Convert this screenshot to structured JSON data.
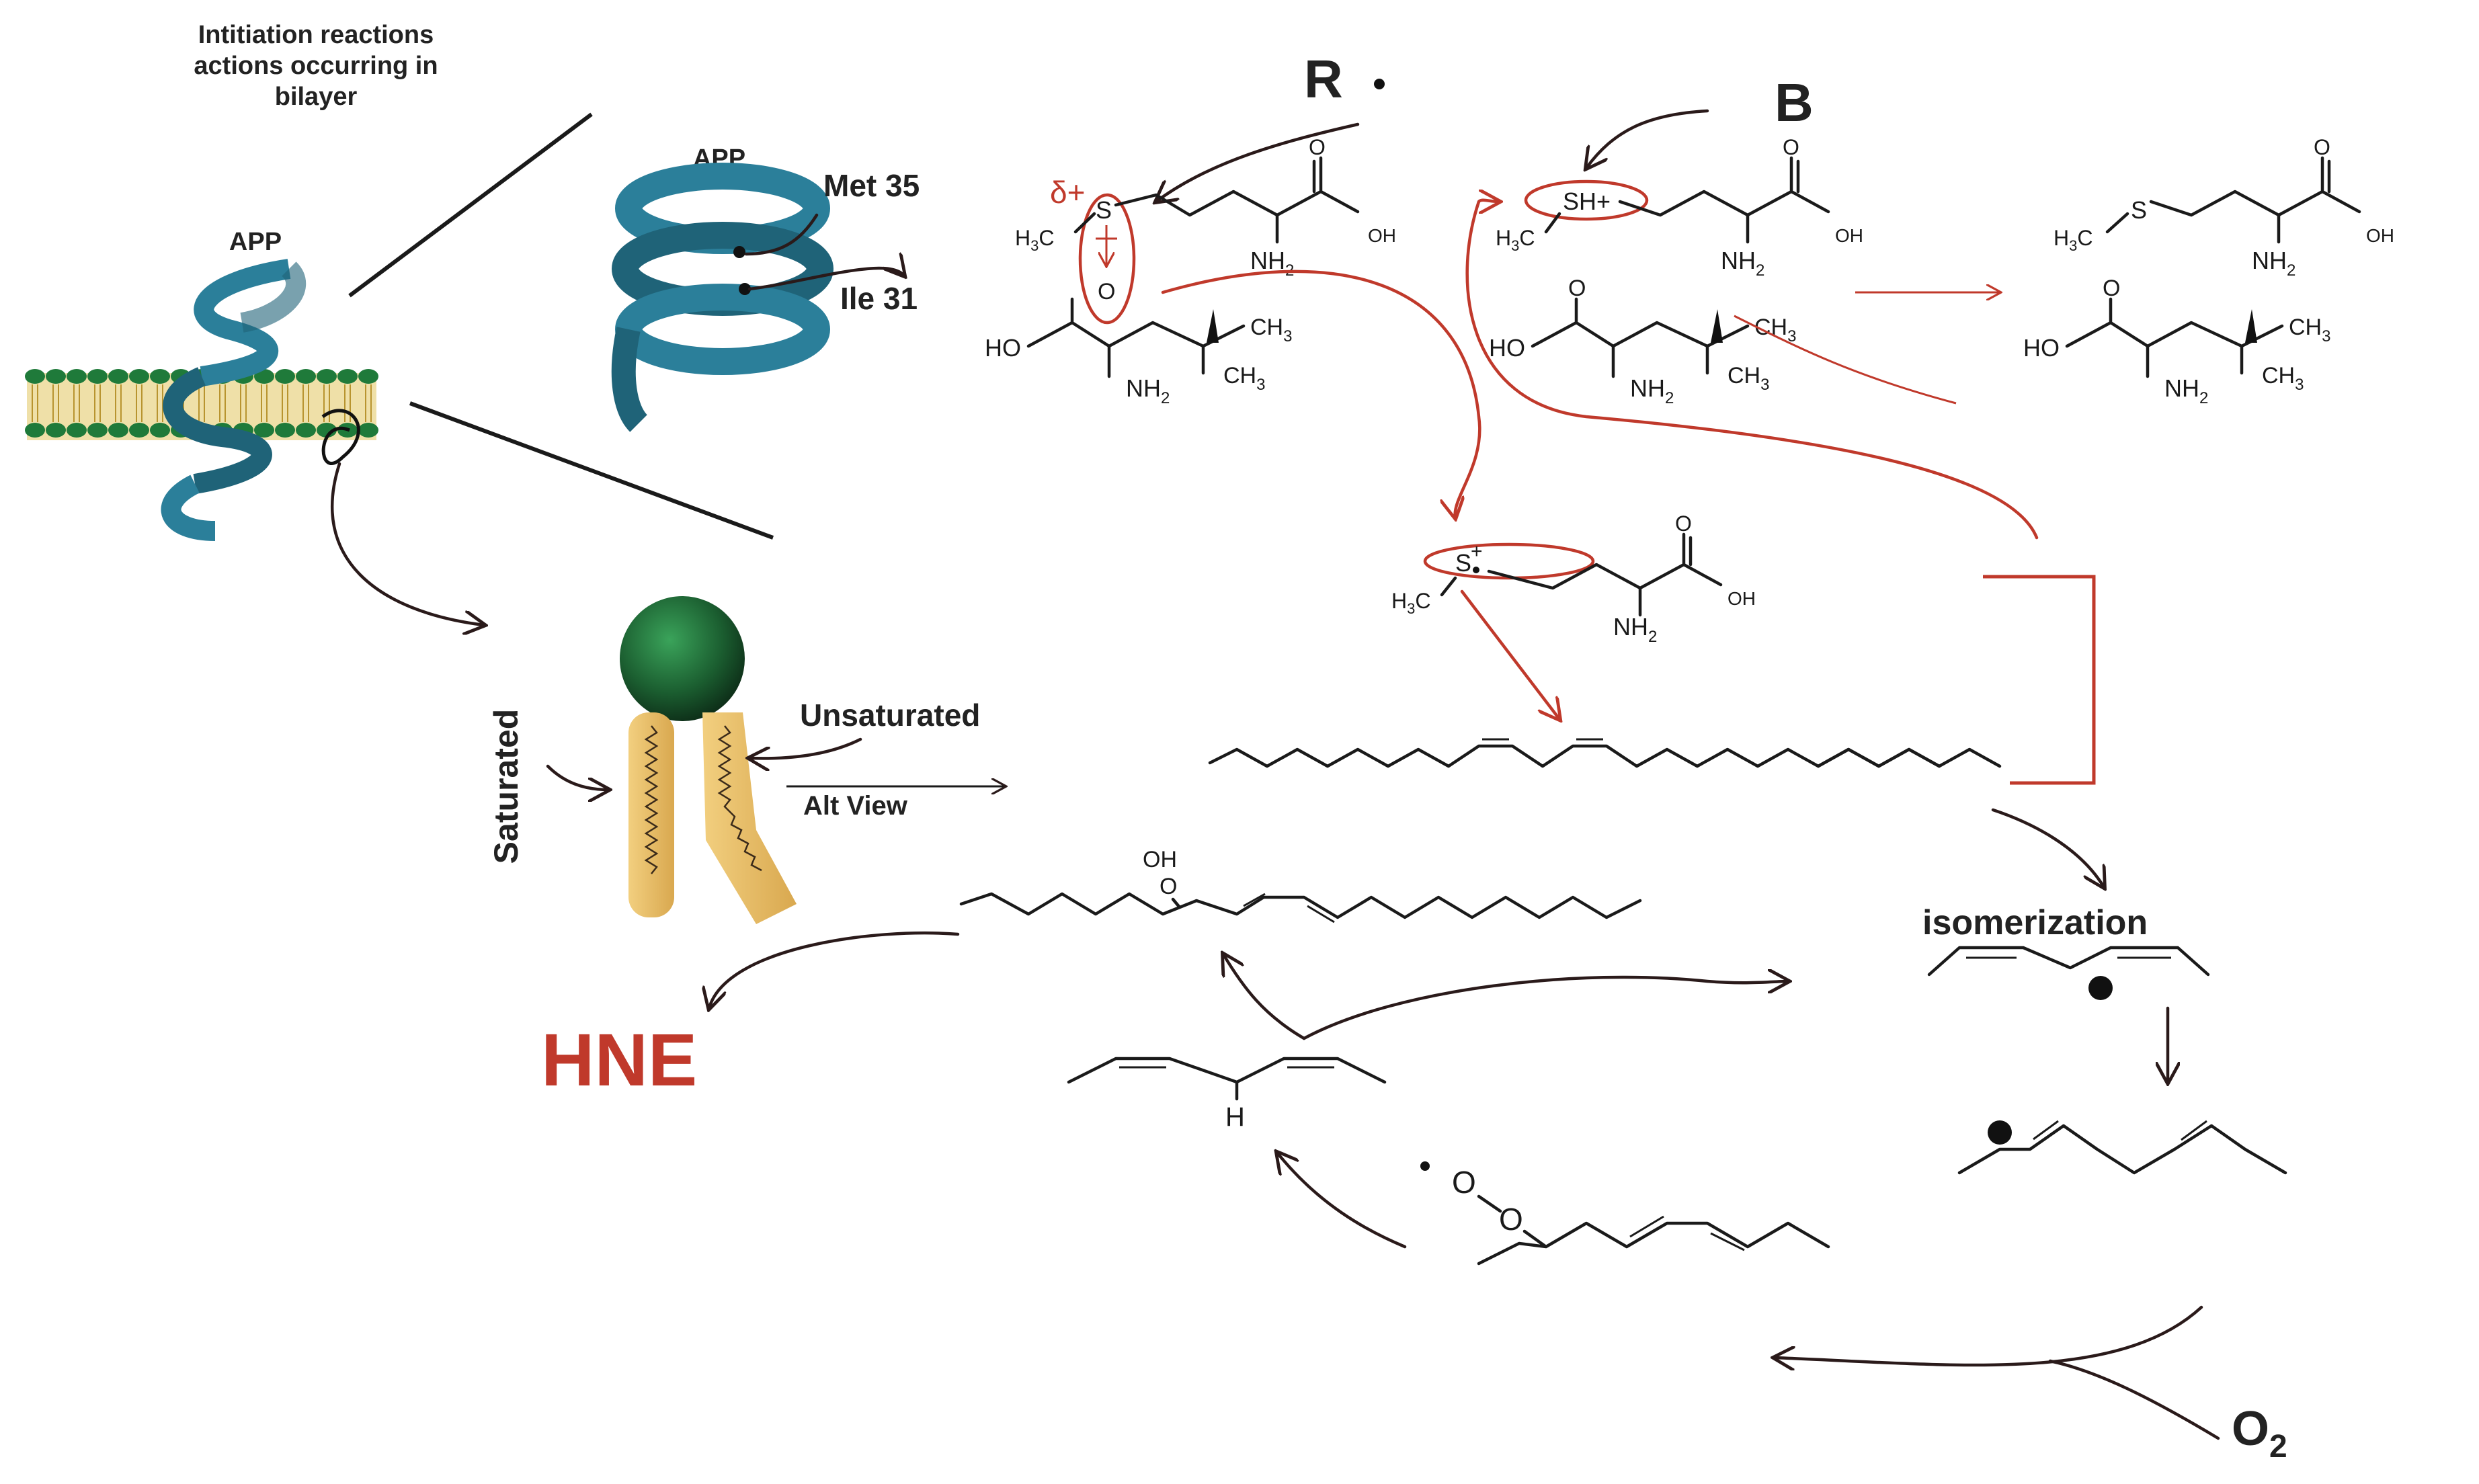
{
  "labels": {
    "initiation_title_line1": "Intitiation reactions",
    "initiation_title_line2": "actions occurring in",
    "initiation_title_line3": "bilayer",
    "app_left": "APP",
    "app_zoom": "APP",
    "met35": "Met 35",
    "ile31": "Ile 31",
    "r_radical": "R",
    "base": "B",
    "saturated": "Saturated",
    "unsaturated": "Unsaturated",
    "alt_view": "Alt View",
    "isomerization": "isomerization",
    "hne": "HNE",
    "o2_o": "O",
    "o2_sub": "2",
    "delta": "δ+",
    "oh_hydroperoxide": "OH",
    "o_hydroperoxide": "O",
    "h_allylic": "H"
  },
  "chem": {
    "s": "S",
    "sh_plus": "SH+",
    "s_plus": "S",
    "plus": "+",
    "h3c": "H",
    "sub3": "3",
    "c": "C",
    "o": "O",
    "oh": "OH",
    "ho": "HO",
    "nh": "NH",
    "sub2": "2",
    "ch": "CH"
  },
  "colors": {
    "helix": "#2b7f9a",
    "lipid_head": "#1f7a3a",
    "lipid_tail": "#e8c070",
    "red_arrow": "#c0392b",
    "hne_text": "#c0392b",
    "ink": "#1a1a1a"
  },
  "icons": {
    "radical_dot": "radical-dot",
    "arrow": "curved-arrow"
  }
}
